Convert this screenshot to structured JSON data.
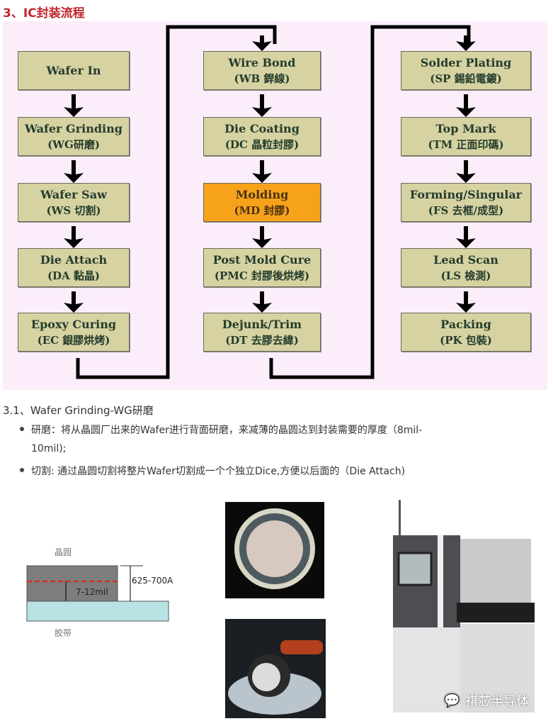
{
  "title": "3、IC封装流程",
  "flow": {
    "columns": [
      [
        {
          "name": "Wafer In",
          "sub": ""
        },
        {
          "name": "Wafer Grinding",
          "sub": "(WG研磨)"
        },
        {
          "name": "Wafer Saw",
          "sub": "(WS 切割)"
        },
        {
          "name": "Die Attach",
          "sub": "(DA 黏晶)"
        },
        {
          "name": "Epoxy Curing",
          "sub": "(EC 銀膠烘烤)"
        }
      ],
      [
        {
          "name": "Wire Bond",
          "sub": "(WB 銲線)"
        },
        {
          "name": "Die Coating",
          "sub": "(DC 晶粒封膠)"
        },
        {
          "name": "Molding",
          "sub": "(MD 封膠)"
        },
        {
          "name": "Post Mold Cure",
          "sub": "(PMC 封膠後烘烤)"
        },
        {
          "name": "Dejunk/Trim",
          "sub": "(DT 去膠去緯)"
        }
      ],
      [
        {
          "name": "Solder Plating",
          "sub": "(SP 錫鉛電鍍)"
        },
        {
          "name": "Top Mark",
          "sub": "(TM 正面印碼)"
        },
        {
          "name": "Forming/Singular",
          "sub": "(FS 去框/成型)"
        },
        {
          "name": "Lead Scan",
          "sub": "(LS 檢測)"
        },
        {
          "name": "Packing",
          "sub": "(PK 包裝)"
        }
      ]
    ],
    "highlighted_step": "Molding",
    "colors": {
      "box": "#d6d2a2",
      "highlight": "#f7a21b",
      "panel": "#fbeefa",
      "title": "#c0262c"
    }
  },
  "section": {
    "title": "3.1、Wafer Grinding-WG研磨",
    "bullets": [
      {
        "line1": "研磨：将从晶圆厂出来的Wafer进行背面研磨，来减薄的晶圆达到封装需要的厚度（8mil-",
        "line2": "10mil);"
      },
      {
        "line1": "切割: 通过晶圆切割将整片Wafer切割成一个个独立Dice,方便以后面的（Die Attach)",
        "line2": ""
      }
    ]
  },
  "diagram": {
    "wafer_label": "晶圆",
    "tape_label": "胶带",
    "inner_dim": "7-12mil",
    "outer_dim": "625-700A"
  },
  "watermark": "祺芯半导体"
}
